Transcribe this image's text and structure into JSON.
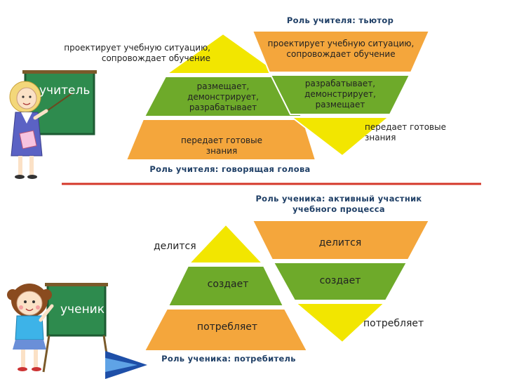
{
  "colors": {
    "yellow": "#f2e600",
    "green": "#6eaa2a",
    "orange": "#f4a63c",
    "stroke": "#ffffff",
    "divider": "#d4382a",
    "caption": "#1f3f66",
    "board": "#2e8b4e"
  },
  "teacher": {
    "board_label": "учитель",
    "caption_left": "Роль учителя: говорящая голова",
    "caption_right": "Роль учителя: тьютор",
    "left_tiers": {
      "top_outside": "проектирует учебную ситуацию, сопровождает обучение",
      "middle": "размещает, демонстрирует, разрабатывает",
      "bottom": "передает готовые знания"
    },
    "right_tiers": {
      "top": "проектирует учебную ситуацию, сопровождает обучение",
      "middle": "разрабатывает, демонстрирует, размещает",
      "bottom_outside": "передает готовые знания"
    }
  },
  "student": {
    "board_label": "ученик",
    "caption_left": "Роль ученика: потребитель",
    "caption_right": "Роль ученика: активный участник учебного процесса",
    "left_tiers": {
      "top_outside": "делится",
      "middle": "создает",
      "bottom": "потребляет"
    },
    "right_tiers": {
      "top": "делится",
      "middle": "создает",
      "bottom_outside": "потребляет"
    }
  },
  "icons": {
    "teacher": "teacher-illustration-icon",
    "student": "student-illustration-icon",
    "arrow": "blue-arrow-icon"
  }
}
